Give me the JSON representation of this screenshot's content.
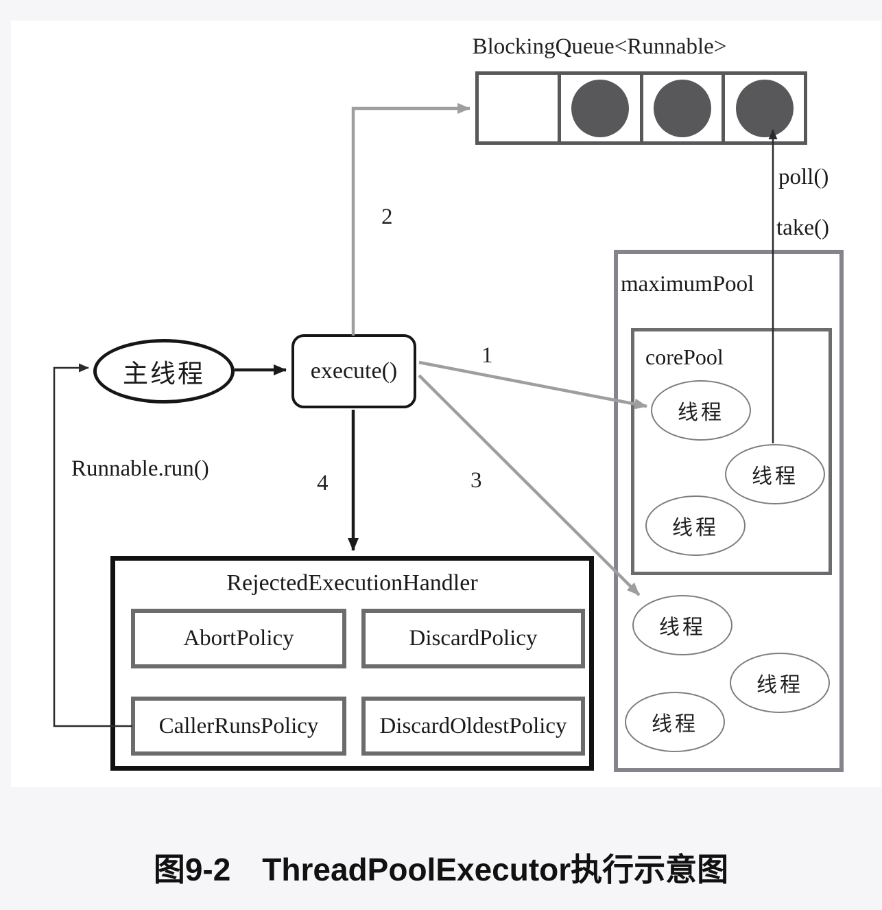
{
  "figure": {
    "queue": {
      "label": "BlockingQueue<Runnable>",
      "cell_count": 4,
      "filled_cells": [
        2,
        3,
        4
      ]
    },
    "labels": {
      "poll": "poll()",
      "take": "take()",
      "maximum_pool": "maximumPool",
      "core_pool": "corePool",
      "main_thread": "主线程",
      "execute": "execute()",
      "runnable_run": "Runnable.run()",
      "thread": "线程"
    },
    "steps": {
      "to_core_pool": "1",
      "to_queue": "2",
      "to_maximum_pool": "3",
      "to_handler": "4"
    },
    "handler": {
      "title": "RejectedExecutionHandler",
      "policies": [
        "AbortPolicy",
        "DiscardPolicy",
        "CallerRunsPolicy",
        "DiscardOldestPolicy"
      ]
    },
    "colors": {
      "gray_arrow": "#9e9ea1",
      "black_line": "#1a1a1a",
      "task_dot": "#58585b",
      "pool_border": "#84848a",
      "page_background": "#f6f6f8"
    }
  },
  "caption": {
    "number": "图9-2",
    "title": "ThreadPoolExecutor执行示意图"
  }
}
